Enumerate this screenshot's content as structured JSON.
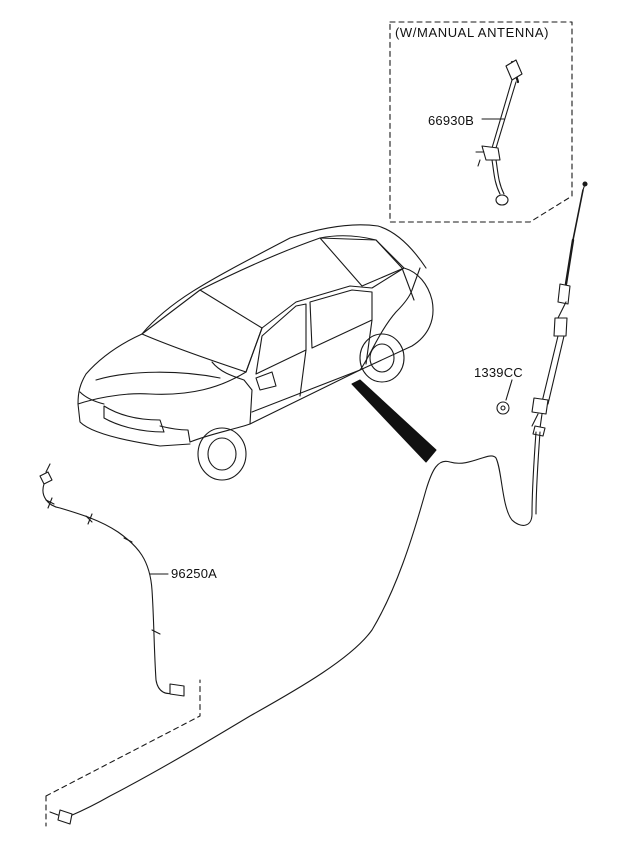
{
  "inset_box": {
    "title": "(W/MANUAL ANTENNA)"
  },
  "part_labels": {
    "antenna_cable_manual": "66930B",
    "nut": "1339CC",
    "antenna_cable_main": "96250A"
  },
  "colors": {
    "line": "#1a1a1a",
    "background": "#ffffff"
  }
}
